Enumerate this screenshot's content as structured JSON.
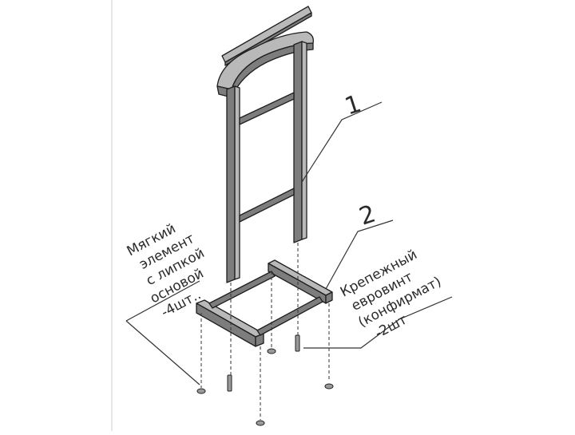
{
  "callouts": {
    "part_1": "1",
    "part_2": "2"
  },
  "labels": {
    "soft_element": [
      "Мягкий",
      "элемент",
      "с липкой",
      "основой",
      "-4шт.."
    ],
    "fastener": [
      "Крепежный",
      "евровинт",
      "(конфирмат)",
      "-2шт"
    ]
  }
}
